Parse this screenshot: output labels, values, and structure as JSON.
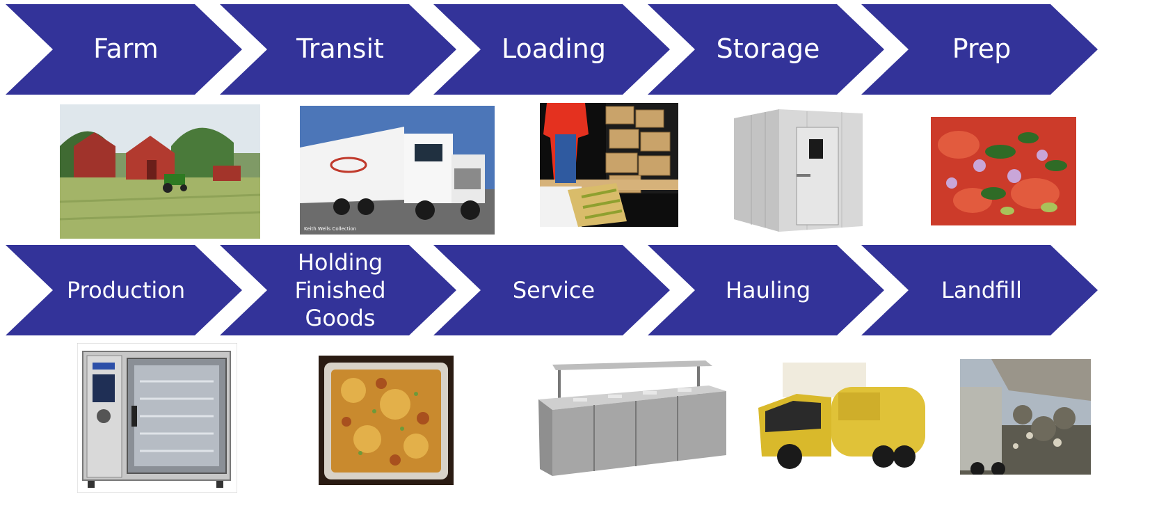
{
  "colors": {
    "chevron": "#333399",
    "text": "#ffffff"
  },
  "row1": [
    {
      "label": "Farm",
      "image": "farm-barn-tractor"
    },
    {
      "label": "Transit",
      "image": "semi-truck"
    },
    {
      "label": "Loading",
      "image": "worker-loading-boxes"
    },
    {
      "label": "Storage",
      "image": "walk-in-cooler"
    },
    {
      "label": "Prep",
      "image": "prepared-salad"
    }
  ],
  "row2": [
    {
      "label": "Production",
      "image": "combi-oven"
    },
    {
      "label": "Holding Finished Goods",
      "lines": [
        "Holding",
        "Finished",
        "Goods"
      ],
      "image": "lasagna-tray"
    },
    {
      "label": "Service",
      "image": "steam-table-buffet"
    },
    {
      "label": "Hauling",
      "image": "garbage-truck"
    },
    {
      "label": "Landfill",
      "image": "dump-truck-landfill"
    }
  ],
  "captions": {
    "transit_photo_credit": "Keith Wells Collection"
  }
}
